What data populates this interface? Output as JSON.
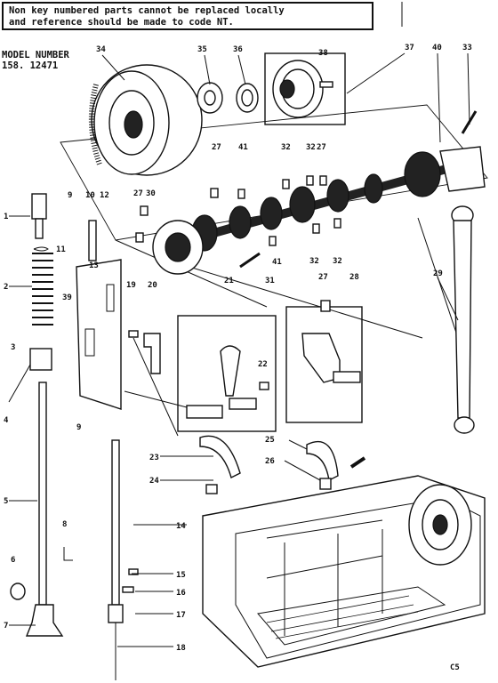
{
  "notice_lines": [
    "Non key numbered parts cannot be replaced locally",
    "and reference should be made to code NT."
  ],
  "model": {
    "label": "MODEL NUMBER",
    "number": "158. 12471"
  },
  "code": "C5",
  "part_labels": [
    "1",
    "2",
    "3",
    "4",
    "5",
    "6",
    "7",
    "8",
    "9",
    "9",
    "10",
    "11",
    "12",
    "13",
    "14",
    "15",
    "16",
    "17",
    "18",
    "19",
    "20",
    "21",
    "22",
    "23",
    "24",
    "25",
    "26",
    "27",
    "27",
    "27",
    "27",
    "28",
    "29",
    "30",
    "31",
    "32",
    "32",
    "32",
    "32",
    "33",
    "34",
    "35",
    "36",
    "37",
    "38",
    "39",
    "40",
    "41",
    "41"
  ]
}
